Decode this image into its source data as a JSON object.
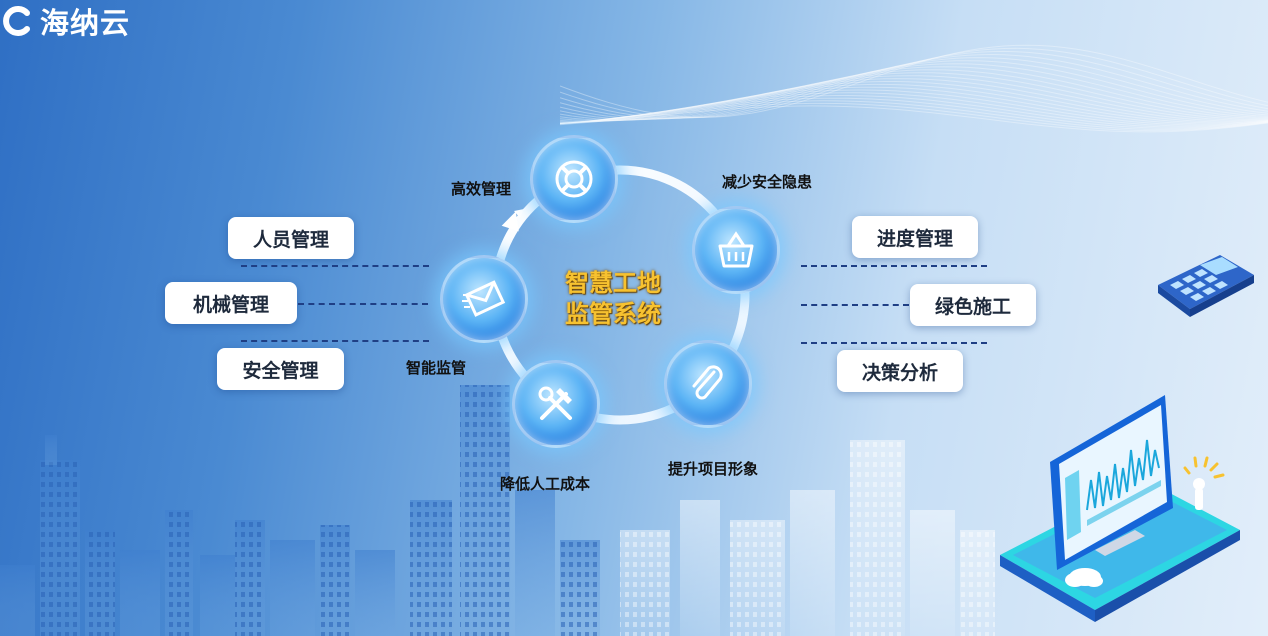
{
  "brand": {
    "name": "海纳云"
  },
  "center": {
    "line1": "智慧工地",
    "line2": "监管系统"
  },
  "cycle": [
    {
      "label": "高效管理",
      "icon": "lifebuoy-icon"
    },
    {
      "label": "减少安全隐患",
      "icon": "basket-icon"
    },
    {
      "label": "提升项目形象",
      "icon": "paperclip-icon"
    },
    {
      "label": "降低人工成本",
      "icon": "hammer-wrench-icon"
    },
    {
      "label": "智能监管",
      "icon": "mail-icon"
    }
  ],
  "left_items": [
    "人员管理",
    "机械管理",
    "安全管理"
  ],
  "right_items": [
    "进度管理",
    "绿色施工",
    "决策分析"
  ],
  "colors": {
    "accent": "#f7c230",
    "node": "#2f8ae6",
    "background_start": "#2f6fc4",
    "background_end": "#e2eefa"
  }
}
